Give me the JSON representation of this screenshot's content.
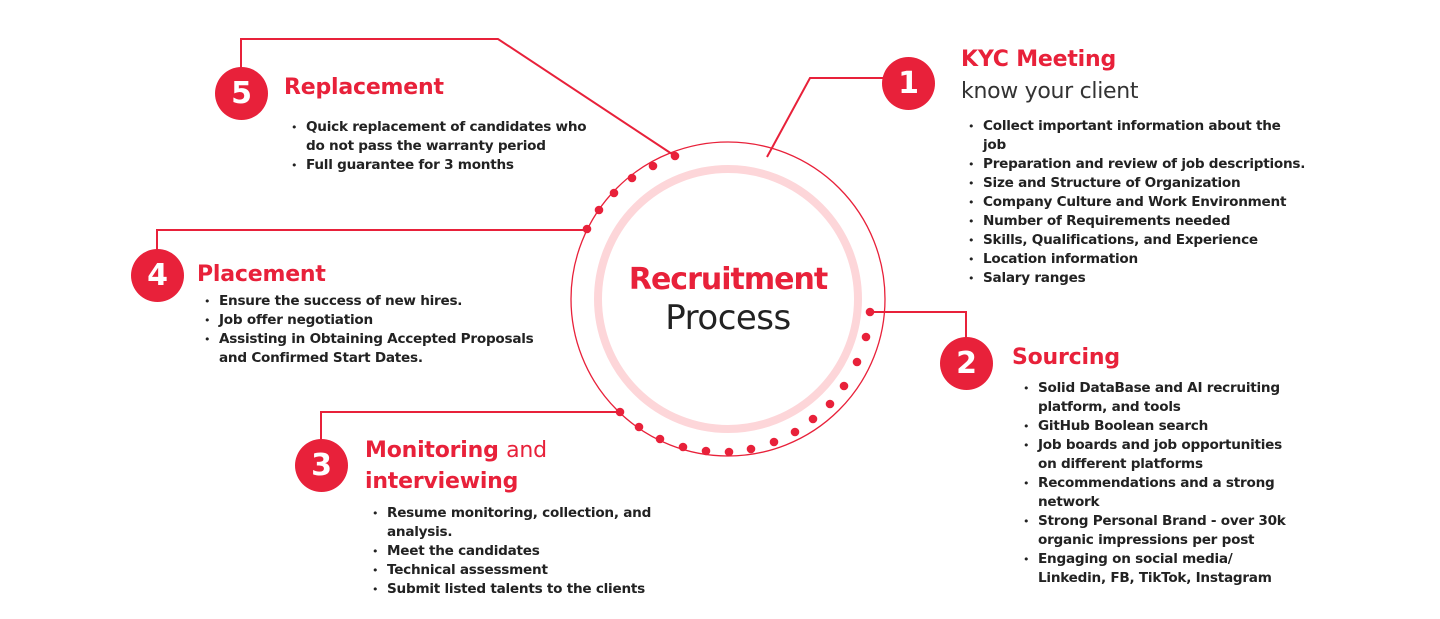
{
  "colors": {
    "accent": "#E8213A",
    "ring_inner": "#FDD6D9",
    "text": "#222222"
  },
  "center": {
    "title_bold": "Recruitment",
    "title_light": "Process"
  },
  "steps": [
    {
      "number": "1",
      "title": "KYC Meeting",
      "subtitle": "know your client",
      "bullets": [
        "Collect important information about the job",
        "Preparation and review of job descriptions.",
        "Size and Structure of Organization",
        "Company Culture and Work Environment",
        "Number of Requirements needed",
        "Skills, Qualifications, and Experience",
        "Location information",
        "Salary ranges"
      ]
    },
    {
      "number": "2",
      "title": "Sourcing",
      "bullets": [
        "Solid DataBase and AI recruiting platform, and tools",
        "GitHub Boolean search",
        "Job boards and job opportunities on different platforms",
        "Recommendations and a strong network",
        "Strong Personal Brand - over 30k organic impressions per post",
        "Engaging on social media/ Linkedin, FB, TikTok, Instagram"
      ]
    },
    {
      "number": "3",
      "title_bold": "Monitoring",
      "title_light": "and",
      "title_line2": "interviewing",
      "bullets": [
        "Resume monitoring, collection, and analysis.",
        "Meet the candidates",
        "Technical assessment",
        "Submit listed talents to the clients"
      ]
    },
    {
      "number": "4",
      "title": "Placement",
      "bullets": [
        "Ensure the success of new hires.",
        "Job offer negotiation",
        "Assisting in Obtaining Accepted Proposals and Confirmed Start Dates."
      ]
    },
    {
      "number": "5",
      "title": "Replacement",
      "bullets": [
        "Quick replacement of candidates who do not pass the warranty period",
        "Full guarantee for 3 months"
      ]
    }
  ]
}
